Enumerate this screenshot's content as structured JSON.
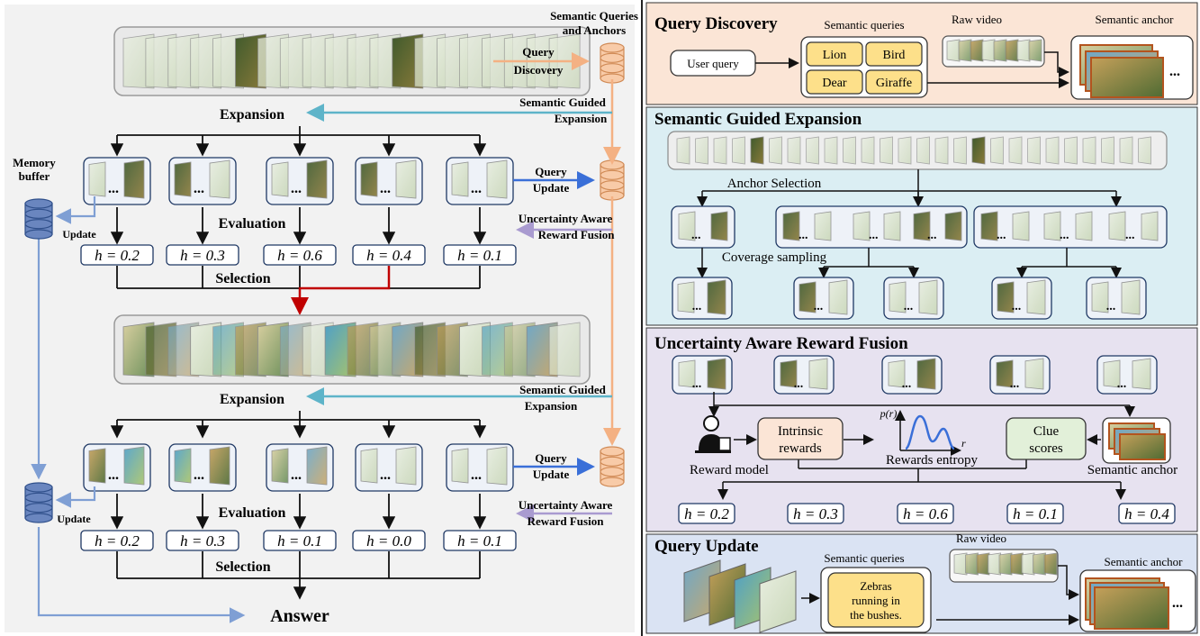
{
  "left": {
    "semantic_store_label_1": "Semantic Queries",
    "semantic_store_label_2": "and Anchors",
    "query_discovery_1": "Query",
    "query_discovery_2": "Discovery",
    "sge_1": "Semantic Guided",
    "sge_2": "Expansion",
    "expansion": "Expansion",
    "memory_buffer_1": "Memory",
    "memory_buffer_2": "buffer",
    "query_update_1": "Query",
    "query_update_2": "Update",
    "update": "Update",
    "evaluation": "Evaluation",
    "uarf_1": "Uncertainty Aware",
    "uarf_2": "Reward Fusion",
    "selection": "Selection",
    "answer": "Answer",
    "h_row1": [
      "h = 0.2",
      "h = 0.3",
      "h = 0.6",
      "h = 0.4",
      "h = 0.1"
    ],
    "h_row2": [
      "h = 0.2",
      "h = 0.3",
      "h = 0.1",
      "h = 0.0",
      "h = 0.1"
    ],
    "ellipsis": "..."
  },
  "qd": {
    "title": "Query Discovery",
    "semantic_queries": "Semantic queries",
    "raw_video": "Raw video",
    "semantic_anchor": "Semantic anchor",
    "user_query": "User query",
    "queries": [
      "Lion",
      "Bird",
      "Dear",
      "Giraffe"
    ]
  },
  "sge": {
    "title": "Semantic Guided Expansion",
    "anchor_selection": "Anchor Selection",
    "coverage_sampling": "Coverage sampling"
  },
  "uarf": {
    "title": "Uncertainty Aware Reward Fusion",
    "intrinsic_1": "Intrinsic",
    "intrinsic_2": "rewards",
    "clue_1": "Clue",
    "clue_2": "scores",
    "reward_model": "Reward model",
    "rewards_entropy": "Rewards entropy",
    "semantic_anchor": "Semantic anchor",
    "pr": "p(r)",
    "r": "r",
    "h_values": [
      "h = 0.2",
      "h = 0.3",
      "h = 0.6",
      "h = 0.1",
      "h = 0.4"
    ]
  },
  "qu": {
    "title": "Query Update",
    "semantic_queries": "Semantic queries",
    "raw_video": "Raw video",
    "semantic_anchor": "Semantic anchor",
    "query_1": "Zebras",
    "query_2": "running in",
    "query_3": "the bushes."
  },
  "colors": {
    "orange": "#f4b183",
    "teal": "#5eb4c9",
    "blue": "#3a6fd8",
    "purple": "#a99bd0",
    "red": "#c00000",
    "steel": "#7f9fd4",
    "query_fill": "#fde08a"
  }
}
